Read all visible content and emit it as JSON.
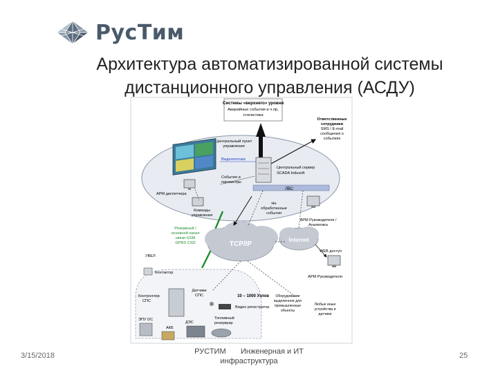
{
  "logo": {
    "text": "РусТим"
  },
  "title": {
    "line1": "Архитектура автоматизированной системы",
    "line2": "дистанционного управления (АСДУ)"
  },
  "diagram": {
    "top_level": {
      "title": "Системы «верхнего» уровня",
      "line2": "Аварийные события и ч.пр,",
      "line3": "статистика"
    },
    "responsible": {
      "line1": "Ответственные",
      "line2": "сотрудники",
      "line3": "SMS / E-mail",
      "line4": "сообщения о",
      "line5": "событиях"
    },
    "central_point": {
      "line1": "Центральный пункт",
      "line2": "управления"
    },
    "video": "Видеопотоки",
    "server": {
      "line1": "Центральный сервер",
      "line2": "SCADA Indusoft"
    },
    "events_params": {
      "line1": "События и",
      "line2": "параметры"
    },
    "lan": "ЛВС",
    "arm_dispatcher": "АРМ диспетчера",
    "commands": {
      "line1": "Команды",
      "line2": "управления"
    },
    "unprocessed": {
      "line1": "Не",
      "line2": "обработанные",
      "line3": "события"
    },
    "arm_head_analytic": {
      "line1": "АРМ Руководителя /",
      "line2": "Аналитика"
    },
    "gsm": {
      "line1": "Резервный /",
      "line2": "основной канал",
      "line3": "связи GSM",
      "line4": "GPRS CSD"
    },
    "tcpip": "TCP/IP",
    "internet": "Internet",
    "web": "WEB доступ",
    "arm_head": "АРМ Руководителя",
    "node": "УВЕЛ",
    "contactor": "Контактор",
    "controller": {
      "line1": "Контроллер",
      "line2": "СПС"
    },
    "sensors": {
      "line1": "Датчики",
      "line2": "СПС"
    },
    "nodes_count": "10 – 1000 Узлов",
    "video_recorder": "Видео регистратор",
    "equipment": {
      "line1": "Оборудование",
      "line2": "выделенное для",
      "line3": "промышленные",
      "line4": "объекты"
    },
    "any_other": {
      "line1": "Любые иные",
      "line2": "устройства и",
      "line3": "датчики"
    },
    "epu": "ЭПУ DC",
    "des": "ДЭС",
    "akb": "АКБ",
    "fuel": {
      "line1": "Топливный",
      "line2": "резервуар"
    }
  },
  "footer": {
    "date": "3/15/2018",
    "center_line1": "РУСТИМ       Инженерная и ИТ",
    "center_line2": "инфраструктура",
    "page": "25"
  },
  "colors": {
    "logo_text": "#4a5a6a",
    "ellipse_fill": "#e8ecf2",
    "cloud_fill": "#c4c9d2",
    "lan_bar": "#aebadb",
    "gsm_text": "#1e8c2e",
    "video_text": "#2040c0",
    "arrow_black": "#111111"
  }
}
